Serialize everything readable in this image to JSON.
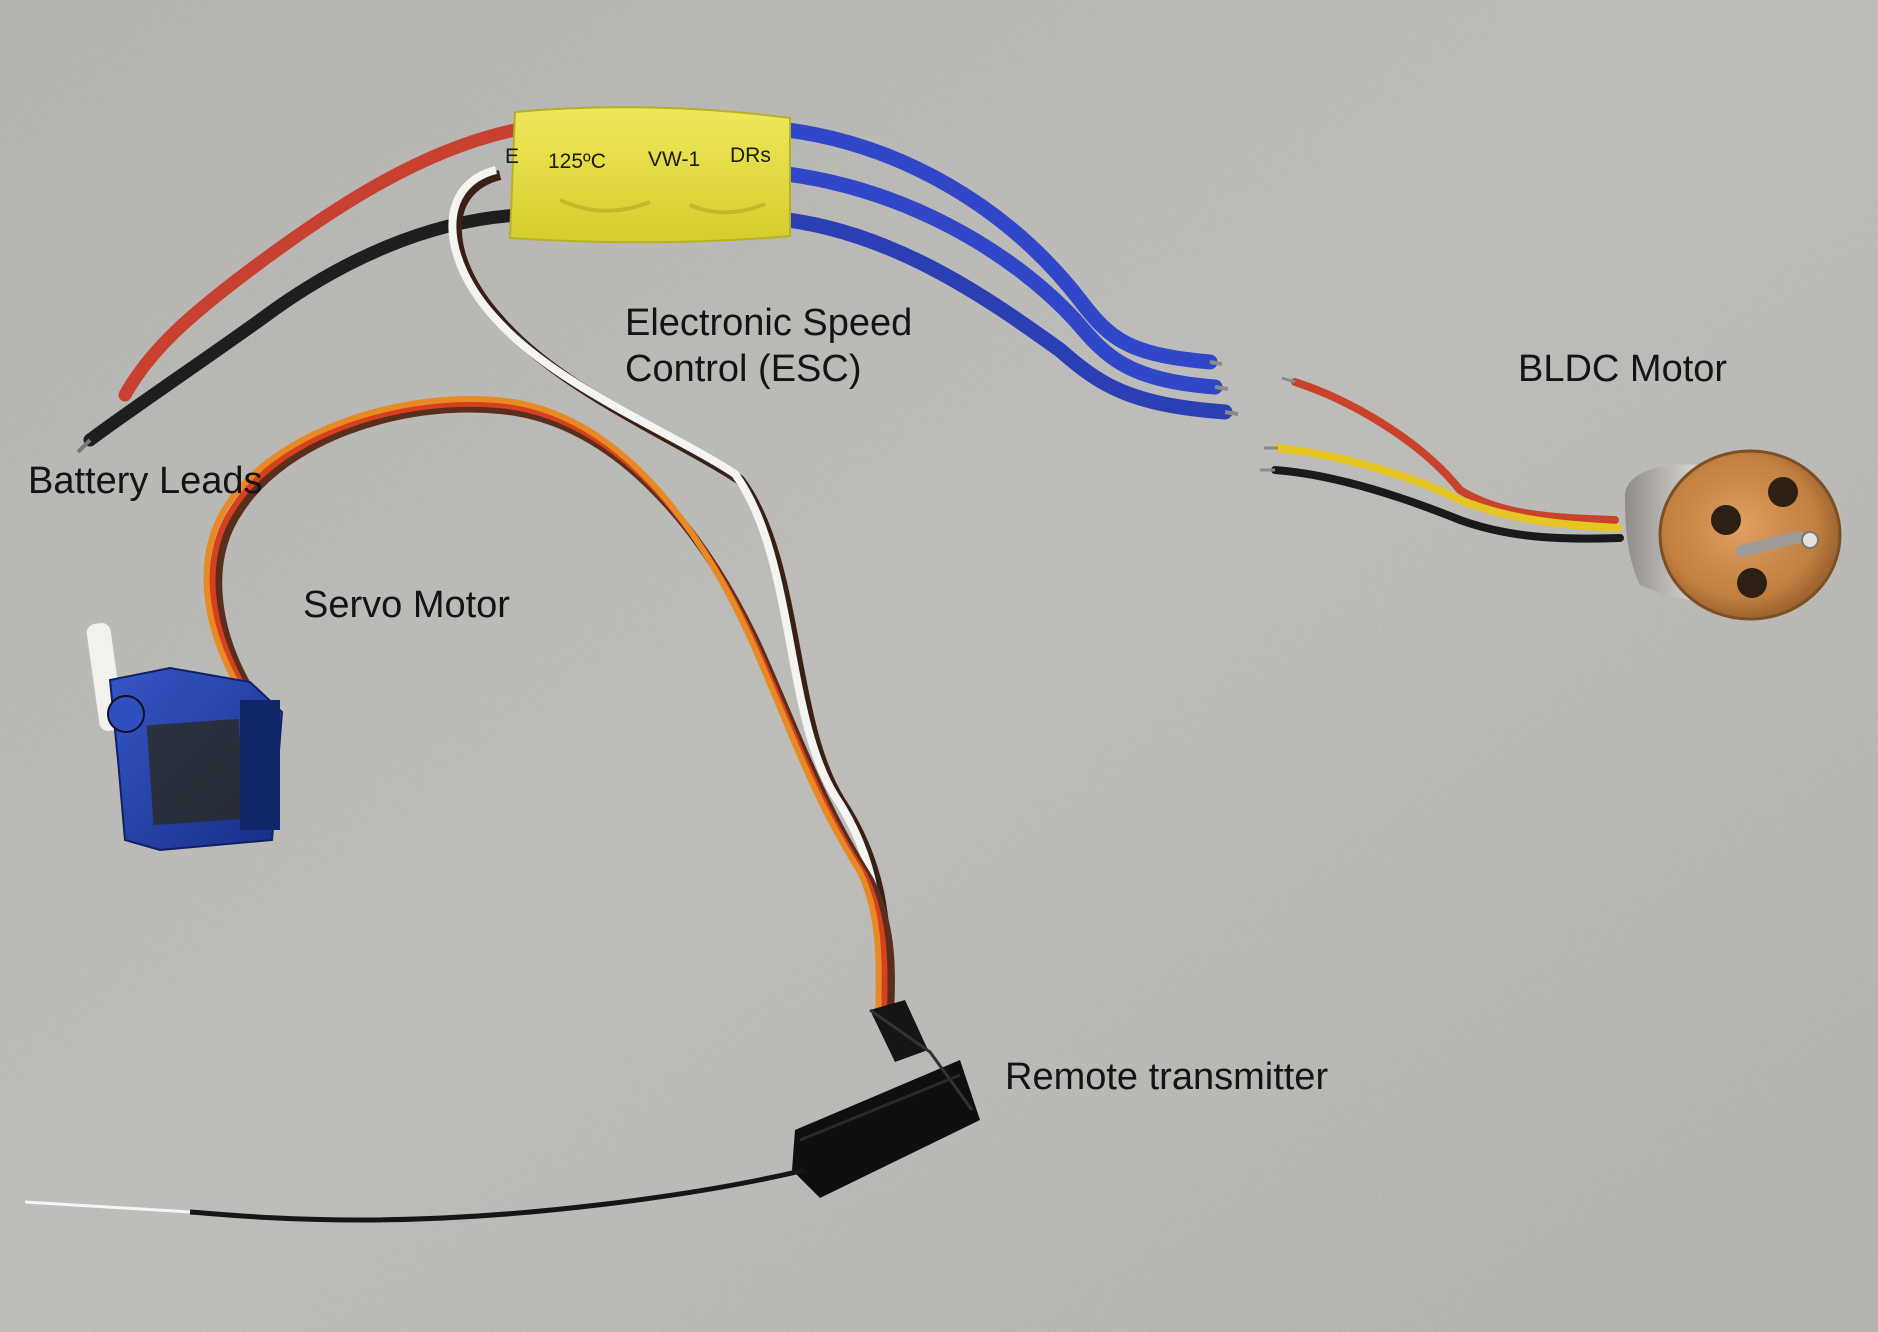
{
  "labels": {
    "battery_leads": "Battery Leads",
    "esc_line1": "Electronic Speed",
    "esc_line2": "Control (ESC)",
    "bldc_motor": "BLDC Motor",
    "servo_motor": "Servo Motor",
    "remote_transmitter": "Remote transmitter"
  },
  "esc_sleeve_text": {
    "left": "E",
    "temp": "125ºC",
    "rating": "VW-1",
    "right": "DRs"
  },
  "colors": {
    "background": "#b9b8b5",
    "esc_sleeve": "#e7df3c",
    "battery_red": "#c8402f",
    "battery_black": "#1e1e1e",
    "phase_blue": "#2f47c8",
    "servo_brown": "#5a2e1c",
    "servo_red": "#d7401e",
    "servo_orange": "#e88a24",
    "servo_body": "#1f3ea6",
    "motor_bell": "#c8884a",
    "motor_can": "#a9a6a2"
  }
}
